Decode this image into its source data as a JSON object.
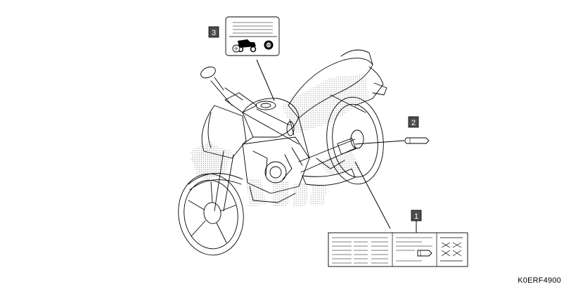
{
  "figure": {
    "code": "K0ERF4900"
  },
  "callouts": [
    {
      "number": "3",
      "label": ""
    },
    {
      "number": "2",
      "label": ""
    },
    {
      "number": "1",
      "label": ""
    }
  ],
  "colors": {
    "line": "#000000",
    "callout_fill": "#4d4d4d",
    "callout_text": "#ffffff",
    "stipple": "#9a9a9a"
  },
  "icons": [
    "motorcycle-icon",
    "tire-gauge-icon",
    "helmet-icon",
    "pressure-chart-icon"
  ]
}
